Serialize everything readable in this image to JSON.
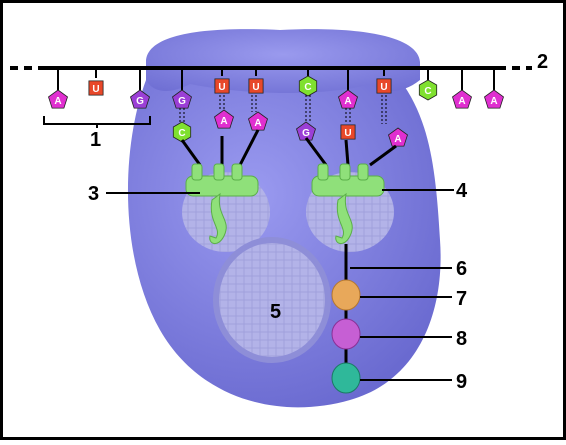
{
  "colors": {
    "ribosome": "#7f7fe0",
    "ribosome_dark": "#5c5cc4",
    "frame": "#000000",
    "A": "#e02fd0",
    "U": "#e8482a",
    "G": "#9b3fd6",
    "C": "#7fe02f",
    "trna": "#8fe07a",
    "bead1": "#e8a85a",
    "bead2": "#c65fd4",
    "bead3": "#2fb89a"
  },
  "mrna_bases": [
    "A",
    "U",
    "G",
    "G",
    "U",
    "U",
    "C",
    "A",
    "U",
    "C",
    "A",
    "A"
  ],
  "lower_bases": [
    "C",
    "A",
    "A",
    "G",
    "U",
    "A"
  ],
  "labels": {
    "l1": "1",
    "l2": "2",
    "l3": "3",
    "l4": "4",
    "l5": "5",
    "l6": "6",
    "l7": "7",
    "l8": "8",
    "l9": "9"
  }
}
